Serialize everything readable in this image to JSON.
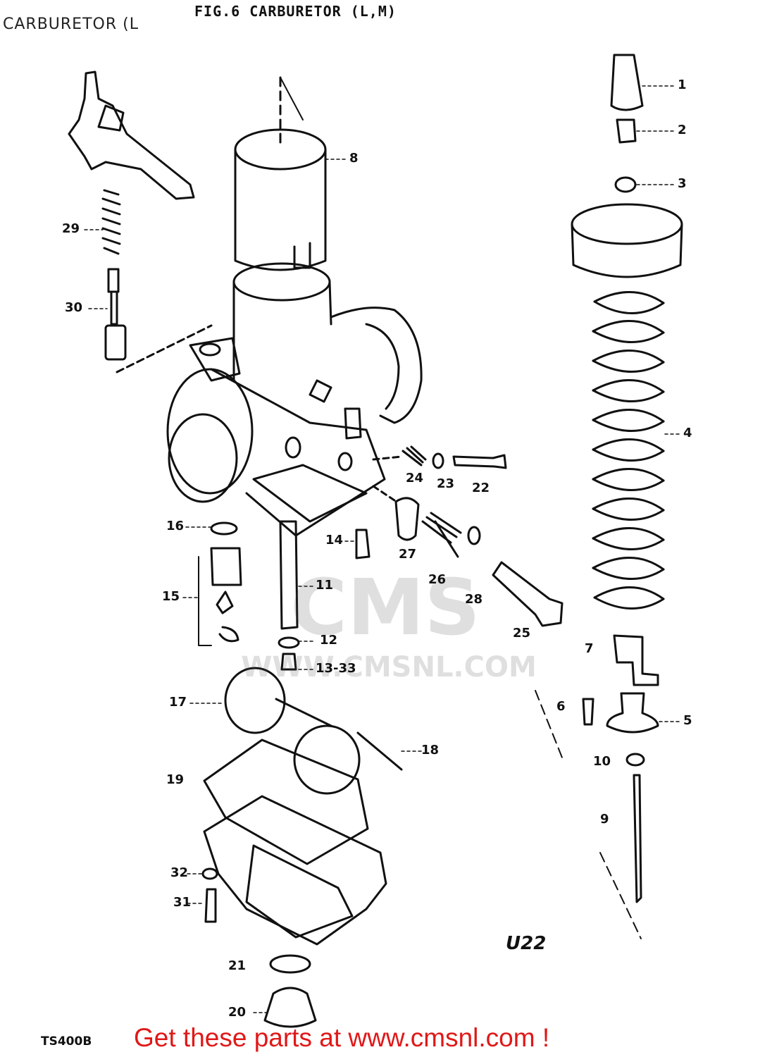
{
  "header": {
    "overlay_title": "CARBURETOR (L",
    "figure_title": "FIG.6  CARBURETOR (L,M)"
  },
  "callouts": [
    {
      "id": "c1",
      "label": "1"
    },
    {
      "id": "c2",
      "label": "2"
    },
    {
      "id": "c3",
      "label": "3"
    },
    {
      "id": "c4",
      "label": "4"
    },
    {
      "id": "c5",
      "label": "5"
    },
    {
      "id": "c6",
      "label": "6"
    },
    {
      "id": "c7",
      "label": "7"
    },
    {
      "id": "c8",
      "label": "8"
    },
    {
      "id": "c9",
      "label": "9"
    },
    {
      "id": "c10",
      "label": "10"
    },
    {
      "id": "c11",
      "label": "11"
    },
    {
      "id": "c12",
      "label": "12"
    },
    {
      "id": "c13",
      "label": "13-33"
    },
    {
      "id": "c14",
      "label": "14"
    },
    {
      "id": "c15",
      "label": "15"
    },
    {
      "id": "c16",
      "label": "16"
    },
    {
      "id": "c17",
      "label": "17"
    },
    {
      "id": "c18",
      "label": "18"
    },
    {
      "id": "c19",
      "label": "19"
    },
    {
      "id": "c20",
      "label": "20"
    },
    {
      "id": "c21",
      "label": "21"
    },
    {
      "id": "c22",
      "label": "22"
    },
    {
      "id": "c23",
      "label": "23"
    },
    {
      "id": "c24",
      "label": "24"
    },
    {
      "id": "c25",
      "label": "25"
    },
    {
      "id": "c26",
      "label": "26"
    },
    {
      "id": "c27",
      "label": "27"
    },
    {
      "id": "c28",
      "label": "28"
    },
    {
      "id": "c29",
      "label": "29"
    },
    {
      "id": "c30",
      "label": "30"
    },
    {
      "id": "c31",
      "label": "31"
    },
    {
      "id": "c32",
      "label": "32"
    }
  ],
  "codes": {
    "diagram_code": "U22",
    "model": "TS400B"
  },
  "watermark": {
    "brand": "CMS",
    "url": "WWW.CMSNL.COM"
  },
  "footer": {
    "cta": "Get these parts at www.cmsnl.com !"
  }
}
